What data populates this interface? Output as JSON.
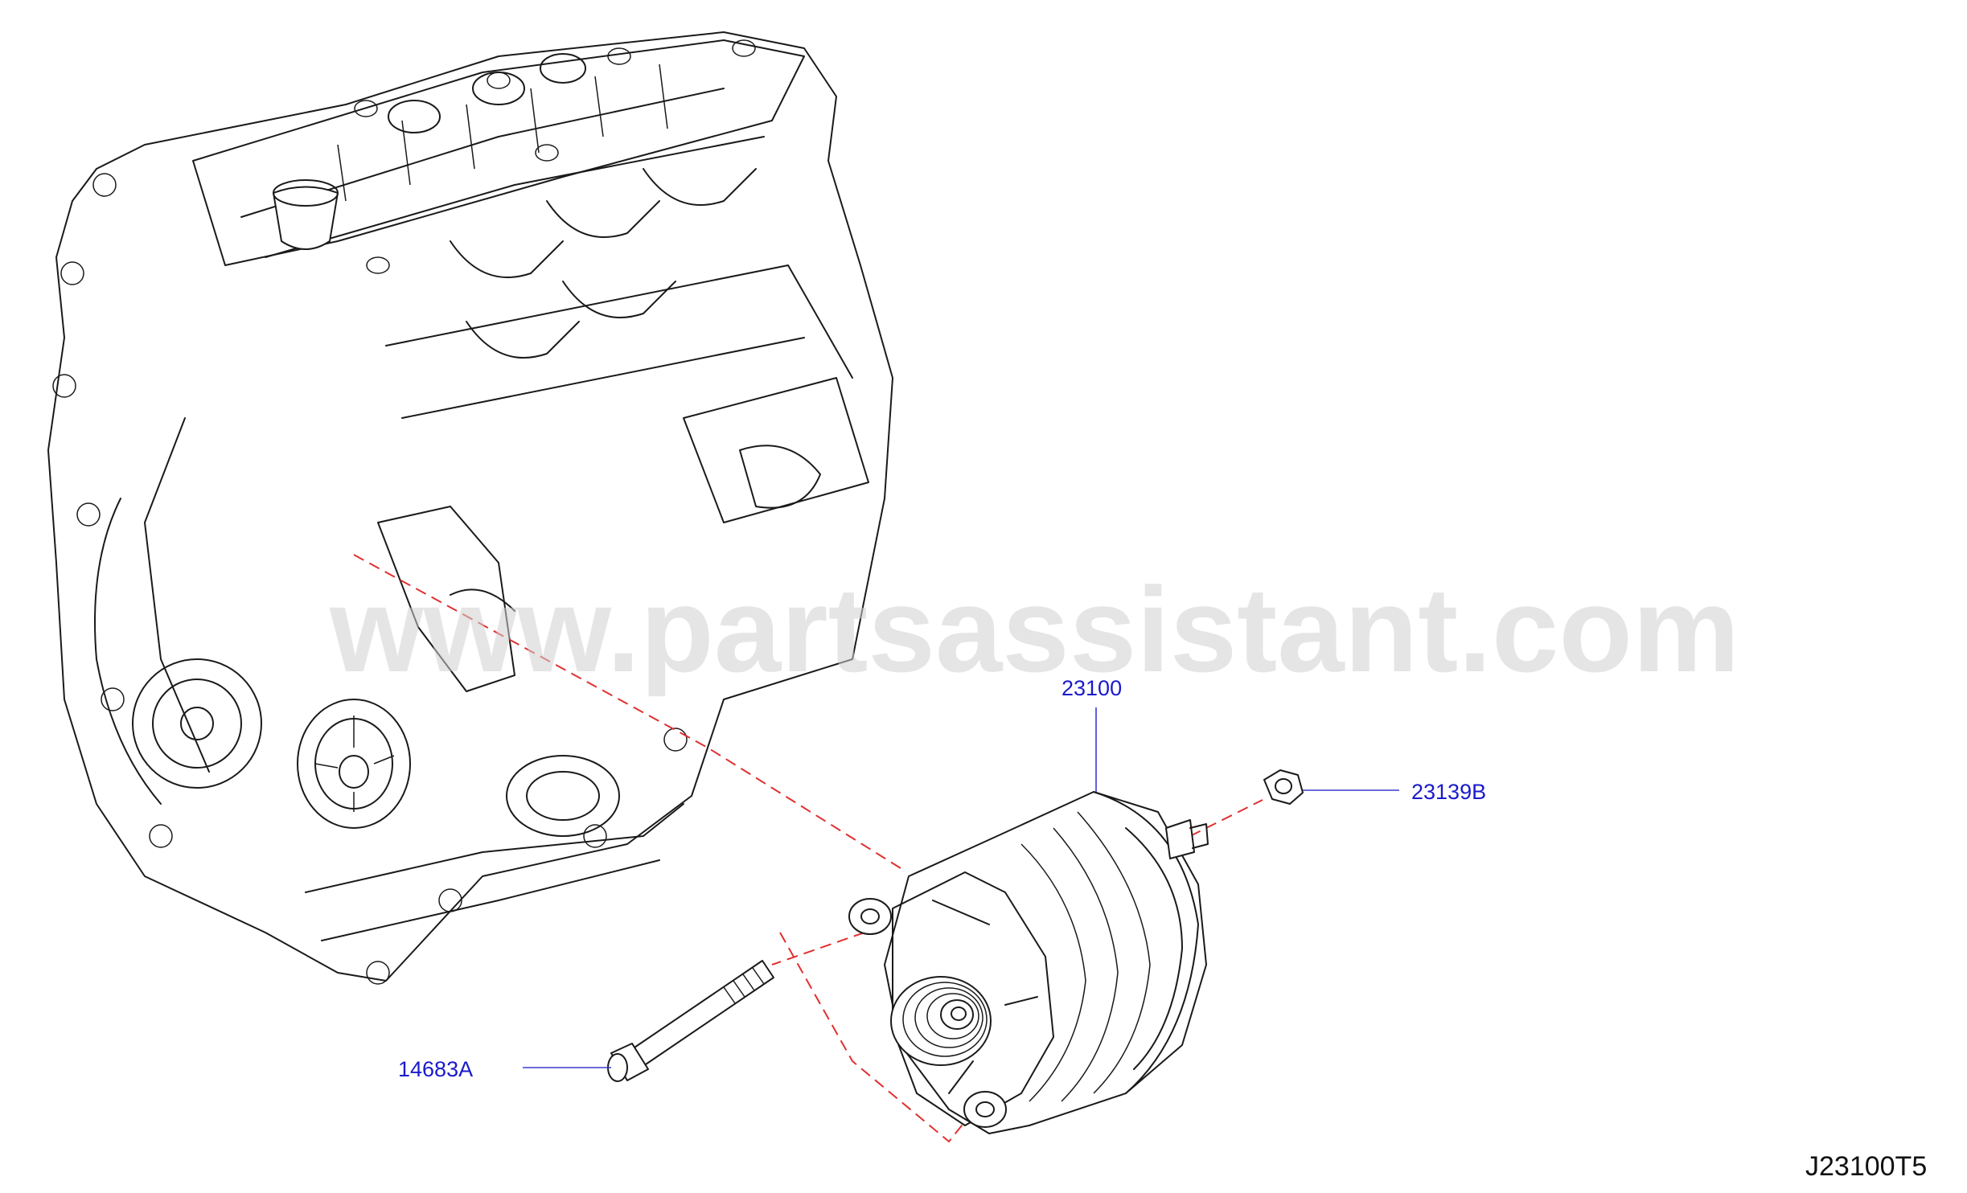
{
  "watermark": "www.partsassistant.com",
  "reference_code": "J23100T5",
  "callouts": {
    "alternator": "23100",
    "nut": "23139B",
    "bolt": "14683A"
  },
  "colors": {
    "callout_text": "#1a1acc",
    "leader_line": "#3a3ad0",
    "alignment_dash": "#e03030",
    "line_art": "#1a1a1a",
    "watermark": "#cfcfcf"
  }
}
